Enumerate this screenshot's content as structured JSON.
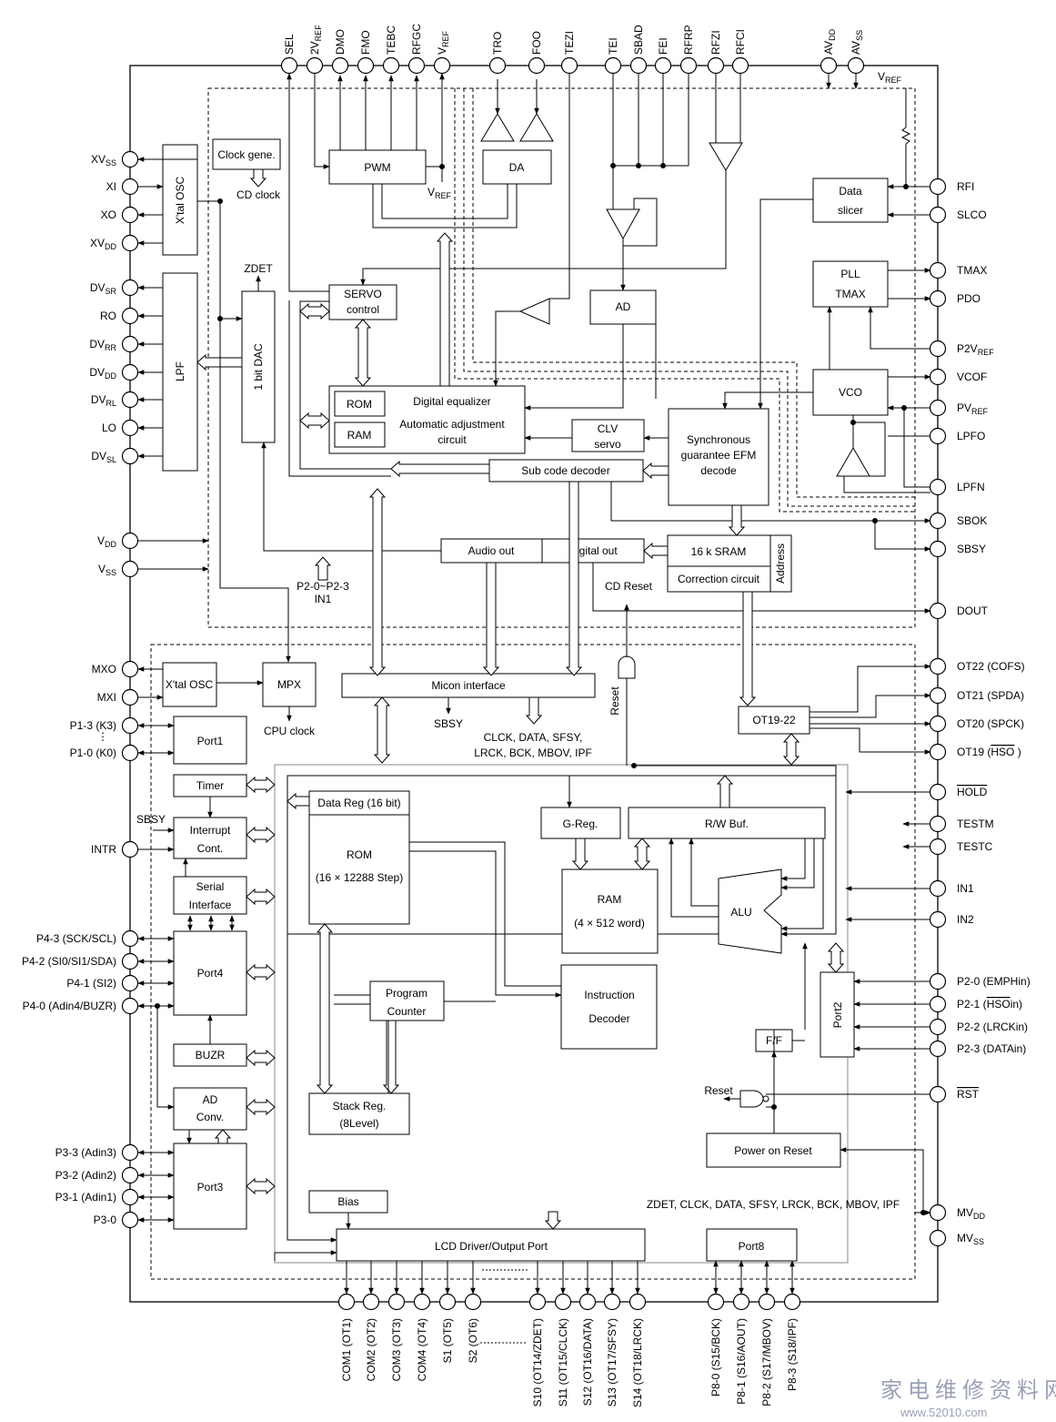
{
  "pins_top": [
    "SEL",
    "2V",
    "DMO",
    "FMO",
    "TEBC",
    "RFGC",
    "V",
    "TRO",
    "FOO",
    "TEZI",
    "TEI",
    "SBAD",
    "FEI",
    "RFRP",
    "RFZI",
    "RFCI",
    "AV",
    "AV"
  ],
  "pins_top_sub": {
    "2V": "REF",
    "V": "REF",
    "AV_1": "DD",
    "AV_2": "SS"
  },
  "pins_left": [
    {
      "id": "xvss",
      "main": "XV",
      "sub": "SS"
    },
    {
      "id": "xi",
      "main": "XI",
      "sub": ""
    },
    {
      "id": "xo",
      "main": "XO",
      "sub": ""
    },
    {
      "id": "xvdd",
      "main": "XV",
      "sub": "DD"
    },
    {
      "id": "dvsr",
      "main": "DV",
      "sub": "SR"
    },
    {
      "id": "ro",
      "main": "RO",
      "sub": ""
    },
    {
      "id": "dvrr",
      "main": "DV",
      "sub": "RR"
    },
    {
      "id": "dvdd",
      "main": "DV",
      "sub": "DD"
    },
    {
      "id": "dvrl",
      "main": "DV",
      "sub": "RL"
    },
    {
      "id": "lo",
      "main": "LO",
      "sub": ""
    },
    {
      "id": "dvsl",
      "main": "DV",
      "sub": "SL"
    },
    {
      "id": "vdd",
      "main": "V",
      "sub": "DD"
    },
    {
      "id": "vss",
      "main": "V",
      "sub": "SS"
    },
    {
      "id": "mxo",
      "main": "MXO",
      "sub": ""
    },
    {
      "id": "mxi",
      "main": "MXI",
      "sub": ""
    },
    {
      "id": "p13",
      "main": "P1-3  (K3)",
      "sub": ""
    },
    {
      "id": "p10",
      "main": "P1-0  (K0)",
      "sub": ""
    },
    {
      "id": "intr",
      "main": "INTR",
      "sub": ""
    },
    {
      "id": "p43",
      "main": "P4-3 (SCK/SCL)",
      "sub": ""
    },
    {
      "id": "p42",
      "main": "P4-2 (SI0/SI1/SDA)",
      "sub": ""
    },
    {
      "id": "p41",
      "main": "P4-1  (SI2)",
      "sub": ""
    },
    {
      "id": "p40",
      "main": "P4-0  (Adin4/BUZR)",
      "sub": ""
    },
    {
      "id": "p33",
      "main": "P3-3  (Adin3)",
      "sub": ""
    },
    {
      "id": "p32",
      "main": "P3-2  (Adin2)",
      "sub": ""
    },
    {
      "id": "p31",
      "main": "P3-1  (Adin1)",
      "sub": ""
    },
    {
      "id": "p30",
      "main": "P3-0",
      "sub": ""
    }
  ],
  "pins_right": [
    {
      "id": "rfi",
      "main": "RFI",
      "sub": ""
    },
    {
      "id": "slco",
      "main": "SLCO",
      "sub": ""
    },
    {
      "id": "tmax",
      "main": "TMAX",
      "sub": ""
    },
    {
      "id": "pdo",
      "main": "PDO",
      "sub": ""
    },
    {
      "id": "p2vref",
      "main": "P2V",
      "sub": "REF"
    },
    {
      "id": "vcof",
      "main": "VCOF",
      "sub": ""
    },
    {
      "id": "pvref",
      "main": "PV",
      "sub": "REF"
    },
    {
      "id": "lpfo",
      "main": "LPFO",
      "sub": ""
    },
    {
      "id": "lpfn",
      "main": "LPFN",
      "sub": ""
    },
    {
      "id": "sbok",
      "main": "SBOK",
      "sub": ""
    },
    {
      "id": "sbsy",
      "main": "SBSY",
      "sub": ""
    },
    {
      "id": "dout",
      "main": "DOUT",
      "sub": ""
    },
    {
      "id": "ot22",
      "main": "OT22  (COFS)",
      "sub": ""
    },
    {
      "id": "ot21",
      "main": "OT21  (SPDA)",
      "sub": ""
    },
    {
      "id": "ot20",
      "main": "OT20  (SPCK)",
      "sub": ""
    },
    {
      "id": "ot19",
      "main": "OT19  (",
      "sub": "",
      "over": "HSO",
      "tail": " )"
    },
    {
      "id": "hold",
      "main": "",
      "sub": "",
      "over": "HOLD",
      "tail": ""
    },
    {
      "id": "testm",
      "main": "TESTM",
      "sub": ""
    },
    {
      "id": "testc",
      "main": "TESTC",
      "sub": ""
    },
    {
      "id": "in1",
      "main": "IN1",
      "sub": ""
    },
    {
      "id": "in2",
      "main": "IN2",
      "sub": ""
    },
    {
      "id": "p20",
      "main": "P2-0  (EMPHin)",
      "sub": ""
    },
    {
      "id": "p21",
      "main": "P2-1  (",
      "sub": "",
      "over": "HSO",
      "tail": "in)"
    },
    {
      "id": "p22",
      "main": "P2-2  (LRCKin)",
      "sub": ""
    },
    {
      "id": "p23",
      "main": "P2-3  (DATAin)",
      "sub": ""
    },
    {
      "id": "rst",
      "main": "",
      "sub": "",
      "over": "RST",
      "tail": ""
    },
    {
      "id": "mvdd",
      "main": "MV",
      "sub": "DD"
    },
    {
      "id": "mvss",
      "main": "MV",
      "sub": "SS"
    }
  ],
  "pins_bottom": [
    "COM1 (OT1)",
    "COM2 (OT2)",
    "COM3 (OT3)",
    "COM4 (OT4)",
    "S1 (OT5)",
    "S2 (OT6)",
    "S10 (OT14/ZDET)",
    "S11 (OT15/CLCK)",
    "S12 (OT16/DATA)",
    "S13 (OT17/SFSY)",
    "S14 (OT18/LRCK)",
    "P8-0 (S15/BCK)",
    "P8-1 (S16/AOUT)",
    "P8-2 (S17/MBOV)",
    "P8-3 (S18/IPF)"
  ],
  "blocks": {
    "clock_gene": "Clock gene.",
    "cd_clock": "CD clock",
    "xtal_osc": "X'tal OSC",
    "lpf": "LPF",
    "dac": "1 bit DAC",
    "zdet": "ZDET",
    "pwm": "PWM",
    "da": "DA",
    "vref": "V",
    "vref_sub": "REF",
    "servo_1": "SERVO",
    "servo_2": "control",
    "ad": "AD",
    "data_slicer_1": "Data",
    "data_slicer_2": "slicer",
    "pll_1": "PLL",
    "pll_2": "TMAX",
    "vco": "VCO",
    "rom": "ROM",
    "ram": "RAM",
    "dig_eq": "Digital equalizer",
    "auto_adj_1": "Automatic adjustment",
    "auto_adj_2": "circuit",
    "clv_1": "CLV",
    "clv_2": "servo",
    "sync_1": "Synchronous",
    "sync_2": "guarantee EFM",
    "sync_3": "decode",
    "subcode": "Sub code decoder",
    "audio_out": "Audio out",
    "digital_out": "Digital out",
    "sram": "16 k SRAM",
    "correction": "Correction circuit",
    "address": "Address",
    "cd_reset": "CD Reset",
    "p2_label_1": "P2-0~P2-3",
    "p2_label_2": "IN1",
    "xtal_osc2": "X'tal OSC",
    "mpx": "MPX",
    "cpu_clock": "CPU clock",
    "micon": "Micon interface",
    "sbsy": "SBSY",
    "reset_v": "Reset",
    "sig_list_1": "CLCK, DATA, SFSY,",
    "sig_list_2": "LRCK, BCK, MBOV, IPF",
    "ot19_22": "OT19-22",
    "port1": "Port1",
    "timer": "Timer",
    "sbsy_left": "SBSY",
    "interrupt_1": "Interrupt",
    "interrupt_2": "Cont.",
    "serial_1": "Serial",
    "serial_2": "Interface",
    "port4": "Port4",
    "buzr": "BUZR",
    "adconv_1": "AD",
    "adconv_2": "Conv.",
    "port3": "Port3",
    "bias": "Bias",
    "data_reg": "Data Reg (16 bit)",
    "prog_rom_1": "ROM",
    "prog_rom_2": "(16 × 12288 Step)",
    "greg": "G-Reg.",
    "rwbuf": "R/W Buf.",
    "ram2_1": "RAM",
    "ram2_2": "(4 × 512 word)",
    "alu": "ALU",
    "pc_1": "Program",
    "pc_2": "Counter",
    "instr_1": "Instruction",
    "instr_2": "Decoder",
    "stack_1": "Stack Reg.",
    "stack_2": "(8Level)",
    "port2": "Port2",
    "ff": "F/F",
    "reset_lbl": "Reset",
    "por": "Power on Reset",
    "lcd_sig": "ZDET, CLCK, DATA, SFSY, LRCK, BCK, MBOV, IPF",
    "lcd": "LCD Driver/Output Port",
    "port8": "Port8",
    "k_dots": "⋮"
  },
  "watermark": {
    "cn": "家电维修资料网",
    "url": "www.52010.com"
  }
}
